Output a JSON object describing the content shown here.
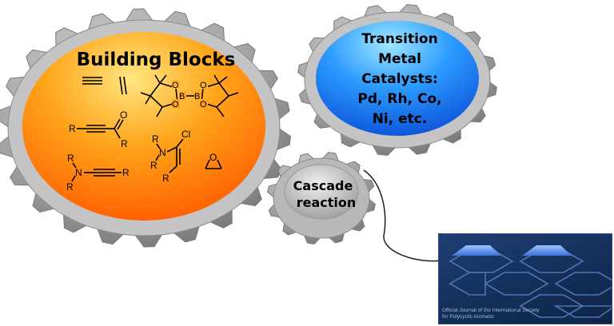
{
  "gears": {
    "main": {
      "title": "Building Blocks"
    },
    "catalyst": {
      "lines": [
        "Transition",
        "Metal",
        "Catalysts:",
        "Pd, Rh, Co,",
        "Ni, etc."
      ]
    },
    "cascade": {
      "lines": [
        "Cascade",
        "reaction"
      ]
    }
  },
  "chemistry": {
    "boron": "B",
    "oxygen": "O",
    "r_group": "R",
    "nitrogen": "N",
    "chlorine": "Cl"
  },
  "journal_cover": {
    "caption": "Official Journal of the International Society for Polycyclic Aromatic"
  },
  "colors": {
    "gear_metal": "#9a9a9a",
    "gear_metal_dark": "#6e6e6e",
    "main_fill_light": "#ffe680",
    "main_fill_dark": "#ff5a00",
    "catalyst_fill_light": "#9fe8ff",
    "catalyst_fill_dark": "#0b4fd6",
    "journal_bg": "#1a3766"
  }
}
